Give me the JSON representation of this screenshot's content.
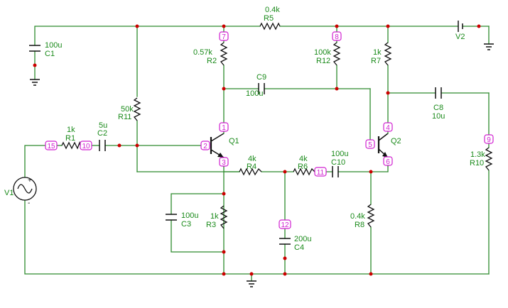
{
  "components": {
    "R1": {
      "name": "R1",
      "value": "1k"
    },
    "R2": {
      "name": "R2",
      "value": "0.57k"
    },
    "R3": {
      "name": "R3",
      "value": "1k"
    },
    "R4": {
      "name": "R4",
      "value": "4k"
    },
    "R5": {
      "name": "R5",
      "value": "0.4k"
    },
    "R6": {
      "name": "R6",
      "value": "4k"
    },
    "R7": {
      "name": "R7",
      "value": "1k"
    },
    "R8": {
      "name": "R8",
      "value": "0.4k"
    },
    "R10": {
      "name": "R10",
      "value": "1.3k"
    },
    "R11": {
      "name": "R11",
      "value": "50k"
    },
    "R12": {
      "name": "R12",
      "value": "100k"
    },
    "C1": {
      "name": "C1",
      "value": "100u"
    },
    "C2": {
      "name": "C2",
      "value": "5u"
    },
    "C3": {
      "name": "C3",
      "value": "100u"
    },
    "C4": {
      "name": "C4",
      "value": "200u"
    },
    "C8": {
      "name": "C8",
      "value": "10u"
    },
    "C9": {
      "name": "C9",
      "value": "100u"
    },
    "C10": {
      "name": "C10",
      "value": "100u"
    },
    "Q1": {
      "name": "Q1"
    },
    "Q2": {
      "name": "Q2"
    },
    "V1": {
      "name": "V1",
      "plus": "+",
      "minus": "-"
    },
    "V2": {
      "name": "V2"
    }
  },
  "nodes": [
    "1",
    "2",
    "3",
    "4",
    "5",
    "6",
    "7",
    "8",
    "9",
    "10",
    "11",
    "12",
    "15"
  ]
}
